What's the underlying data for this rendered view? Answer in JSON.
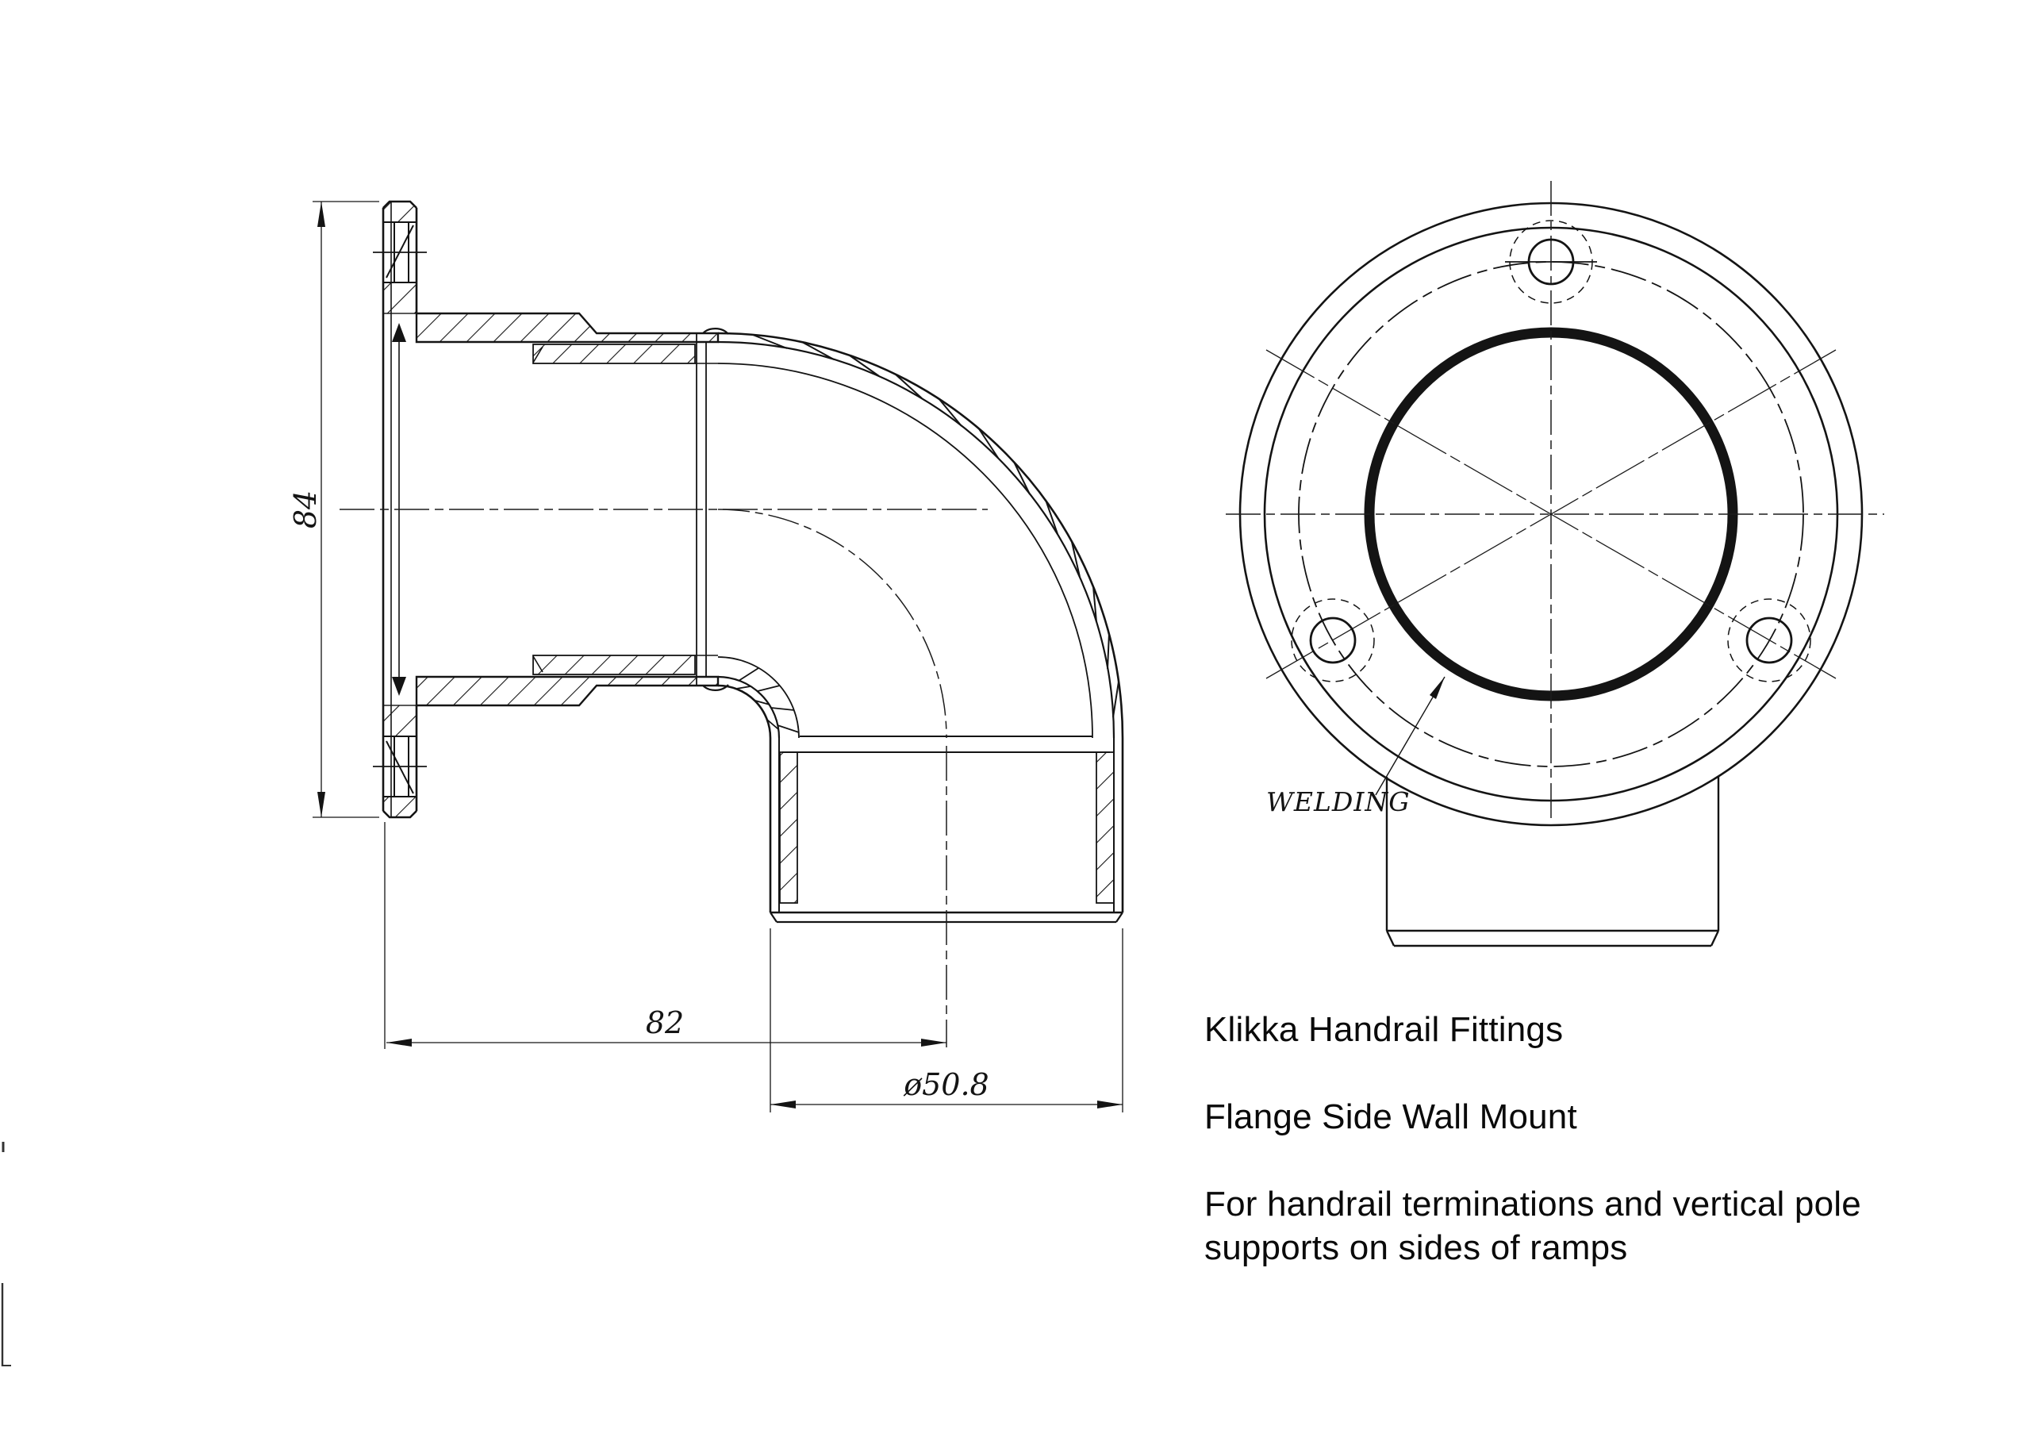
{
  "canvas": {
    "background": "#ffffff",
    "ink": "#141414"
  },
  "side_view": {
    "dim_flange_height": "84",
    "dim_wall_to_center": "82",
    "dim_tube_diameter": "ø50.8"
  },
  "front_view": {
    "weld_callout": "WELDING"
  },
  "notes": {
    "brand": "Klikka Handrail Fittings",
    "product": "Flange Side Wall Mount",
    "description_line1": "For handrail terminations and vertical pole",
    "description_line2": "supports on sides of ramps"
  }
}
